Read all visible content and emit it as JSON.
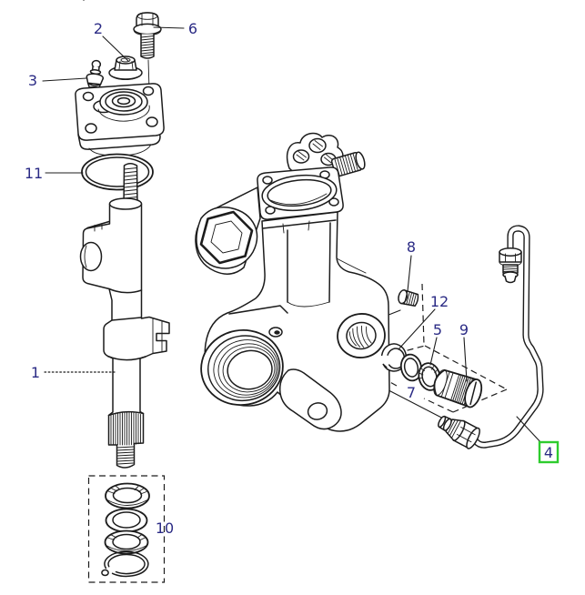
{
  "diagram": {
    "kind": "exploded-parts-line-drawing",
    "background": "#ffffff",
    "line_color": "#1c1c1c",
    "label_color": "#2b2b85",
    "highlight_color": "#2ecc2e",
    "callouts": [
      "1",
      "2",
      "3",
      "4",
      "5",
      "6",
      "7",
      "8",
      "9",
      "10",
      "11",
      "12"
    ],
    "highlighted_callout": "4"
  }
}
